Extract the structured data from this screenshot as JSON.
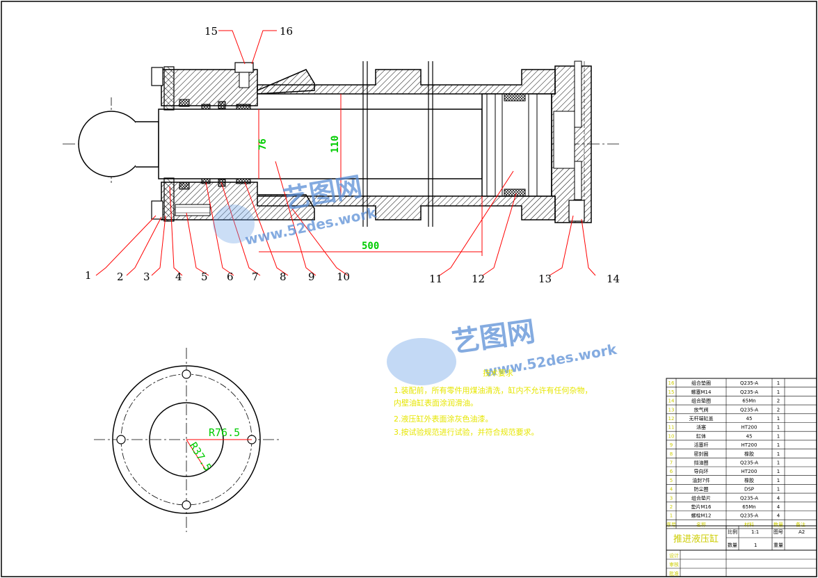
{
  "callouts": [
    {
      "n": "1"
    },
    {
      "n": "2"
    },
    {
      "n": "3"
    },
    {
      "n": "4"
    },
    {
      "n": "5"
    },
    {
      "n": "6"
    },
    {
      "n": "7"
    },
    {
      "n": "8"
    },
    {
      "n": "9"
    },
    {
      "n": "10"
    },
    {
      "n": "11"
    },
    {
      "n": "12"
    },
    {
      "n": "13"
    },
    {
      "n": "14"
    },
    {
      "n": "15"
    },
    {
      "n": "16"
    }
  ],
  "dimensions": {
    "bore_small": "76",
    "bore_large": "110",
    "stroke": "500",
    "radius_outer": "R76.5",
    "radius_inner": "R37.5"
  },
  "watermark": {
    "logo_text": "艺图网",
    "url_text": "www.52des.work"
  },
  "tech_notes": {
    "title": "技术要求",
    "lines": [
      "1.装配前，所有零件用煤油清洗，缸内不允许有任何杂物，",
      "内壁油缸表面涂润滑油。",
      "2.液压缸外表面涂灰色油漆。",
      "3.按试验规范进行试验，并符合规范要求。"
    ]
  },
  "bom": [
    {
      "no": "16",
      "name": "组合垫圈",
      "mat": "Q235-A",
      "qty": "1"
    },
    {
      "no": "15",
      "name": "螺塞M14",
      "mat": "Q235-A",
      "qty": "1"
    },
    {
      "no": "14",
      "name": "组合垫圈",
      "mat": "65Mn",
      "qty": "2"
    },
    {
      "no": "13",
      "name": "放气阀",
      "mat": "Q235-A",
      "qty": "2"
    },
    {
      "no": "12",
      "name": "无杆端缸盖",
      "mat": "45",
      "qty": "1"
    },
    {
      "no": "11",
      "name": "活塞",
      "mat": "HT200",
      "qty": "1"
    },
    {
      "no": "10",
      "name": "缸体",
      "mat": "45",
      "qty": "1"
    },
    {
      "no": "9",
      "name": "活塞杆",
      "mat": "HT200",
      "qty": "1"
    },
    {
      "no": "8",
      "name": "密封圈",
      "mat": "橡胶",
      "qty": "1"
    },
    {
      "no": "7",
      "name": "挡油圈",
      "mat": "Q235-A",
      "qty": "1"
    },
    {
      "no": "6",
      "name": "导向环",
      "mat": "HT200",
      "qty": "1"
    },
    {
      "no": "5",
      "name": "油封7件",
      "mat": "橡胶",
      "qty": "1"
    },
    {
      "no": "4",
      "name": "防尘圈",
      "mat": "DSP",
      "qty": "1"
    },
    {
      "no": "3",
      "name": "组合垫片",
      "mat": "Q235-A",
      "qty": "4"
    },
    {
      "no": "2",
      "name": "垫片M16",
      "mat": "65Mn",
      "qty": "4"
    },
    {
      "no": "1",
      "name": "螺栓M12",
      "mat": "Q235-A",
      "qty": "4"
    }
  ],
  "bom_header": {
    "no": "序号",
    "name": "名称",
    "mat": "材料",
    "qty": "数量",
    "note": "备注"
  },
  "title_block": {
    "title": "推进液压缸",
    "scale_label": "比例",
    "scale_value": "1:1",
    "dwg_label": "图号",
    "dwg_value": "A2",
    "count_label": "数量",
    "count_value": "1",
    "weight_label": "重量",
    "sign_rows": [
      "设计",
      "审核",
      "批准"
    ]
  }
}
